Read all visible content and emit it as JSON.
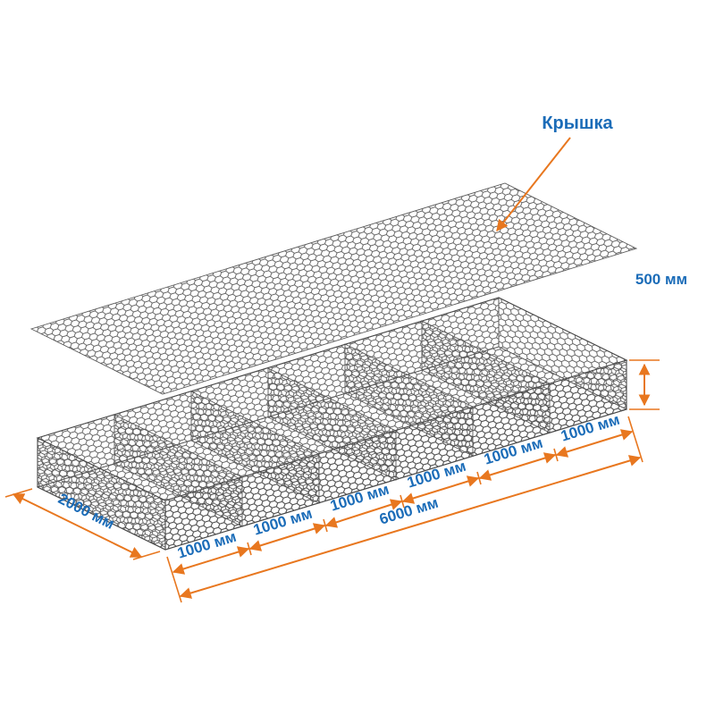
{
  "colors": {
    "background": "#ffffff",
    "dimension_lines": "#e8771f",
    "dimension_text": "#1b6cb8",
    "mesh_wire": "#4f4f4f"
  },
  "callouts": {
    "lid_label": "Крышка"
  },
  "dimensions": {
    "height_label": "500 мм",
    "width_label": "2000 мм",
    "length_label": "6000 мм",
    "segment_labels": [
      "1000 мм",
      "1000 мм",
      "1000 мм",
      "1000 мм",
      "1000 мм",
      "1000 мм"
    ]
  }
}
